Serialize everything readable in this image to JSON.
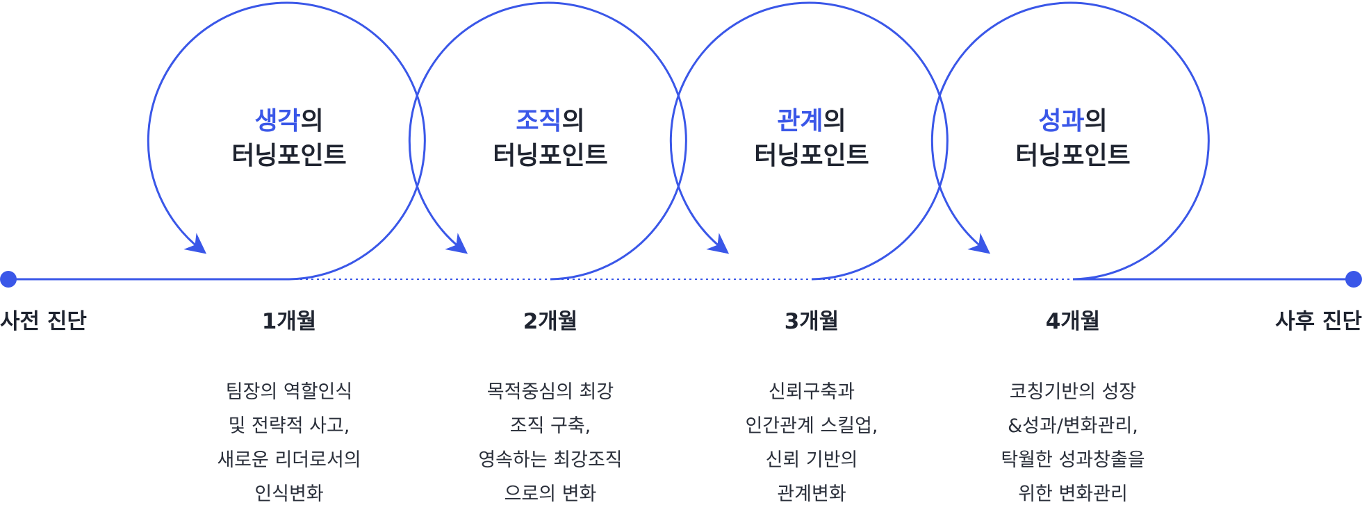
{
  "colors": {
    "accent": "#3a57e8",
    "text": "#1f2430"
  },
  "start_label": "사전 진단",
  "end_label": "사후 진단",
  "stages": [
    {
      "highlight": "생각",
      "suffix": "의",
      "subtitle": "터닝포인트",
      "month": "1개월",
      "desc": [
        "팀장의 역할인식",
        "및 전략적 사고,",
        "새로운 리더로서의",
        "인식변화"
      ]
    },
    {
      "highlight": "조직",
      "suffix": "의",
      "subtitle": "터닝포인트",
      "month": "2개월",
      "desc": [
        "목적중심의 최강",
        "조직 구축,",
        "영속하는 최강조직",
        "으로의 변화"
      ]
    },
    {
      "highlight": "관계",
      "suffix": "의",
      "subtitle": "터닝포인트",
      "month": "3개월",
      "desc": [
        "신뢰구축과",
        "인간관계 스킬업,",
        "신뢰 기반의",
        "관계변화"
      ]
    },
    {
      "highlight": "성과",
      "suffix": "의",
      "subtitle": "터닝포인트",
      "month": "4개월",
      "desc": [
        "코칭기반의 성장",
        "&성과/변화관리,",
        "탁월한 성과창출을",
        "위한 변화관리"
      ]
    }
  ]
}
